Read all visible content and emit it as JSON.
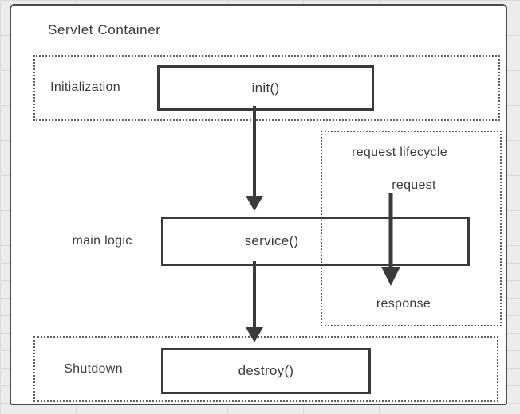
{
  "title": "Servlet Container",
  "colors": {
    "line": "#3a3a3a",
    "box_border": "#3a3a3a",
    "dotted_border": "#5f5f5f",
    "text": "#3a3a3a",
    "panel_bg": "#ffffff",
    "page_bg": "#ececec"
  },
  "sections": {
    "initialization": {
      "label": "Initialization",
      "method": "init()"
    },
    "main_logic": {
      "label": "main logic",
      "method": "service()"
    },
    "shutdown": {
      "label": "Shutdown",
      "method": "destroy()"
    },
    "request_lifecycle": {
      "label": "request lifecycle",
      "input_label": "request",
      "output_label": "response"
    }
  }
}
